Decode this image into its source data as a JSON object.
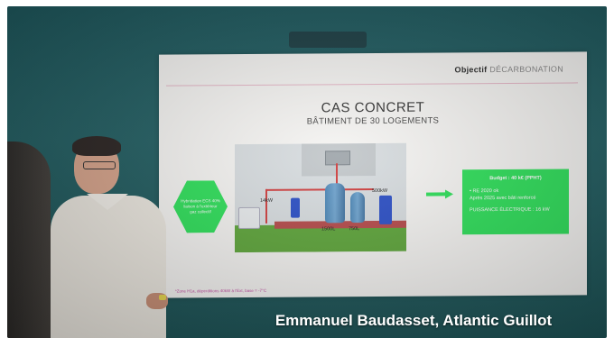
{
  "slide": {
    "brand_bold": "Objectif",
    "brand_light": "DÉCARBONATION",
    "title": "CAS CONCRET",
    "subtitle": "BÂTIMENT DE 30 LOGEMENTS",
    "hex_text": "Hybridation ECS 40% liaison à l'extérieur gaz collectif",
    "diagram_labels": {
      "heatpump": "14kW",
      "boiler": "500kW",
      "tank_left": "1500L",
      "tank_right": "750L"
    },
    "box": {
      "title": "Budget : 40 k€ (PPHT)",
      "line1": "• RE 2020 ok",
      "line2": "Après 2025 avec bâti renforcé",
      "line3": "PUISSANCE ÉLECTRIQUE : 16 kW"
    },
    "footnote": "*Zone H1a, déperditions 40kW à l'Ext, base = -7°C"
  },
  "caption": "Emmanuel Baudasset, Atlantic Guillot",
  "colors": {
    "background": "#1e5a5f",
    "slide_green": "#2ee05a",
    "caption_text": "#ffffff"
  }
}
